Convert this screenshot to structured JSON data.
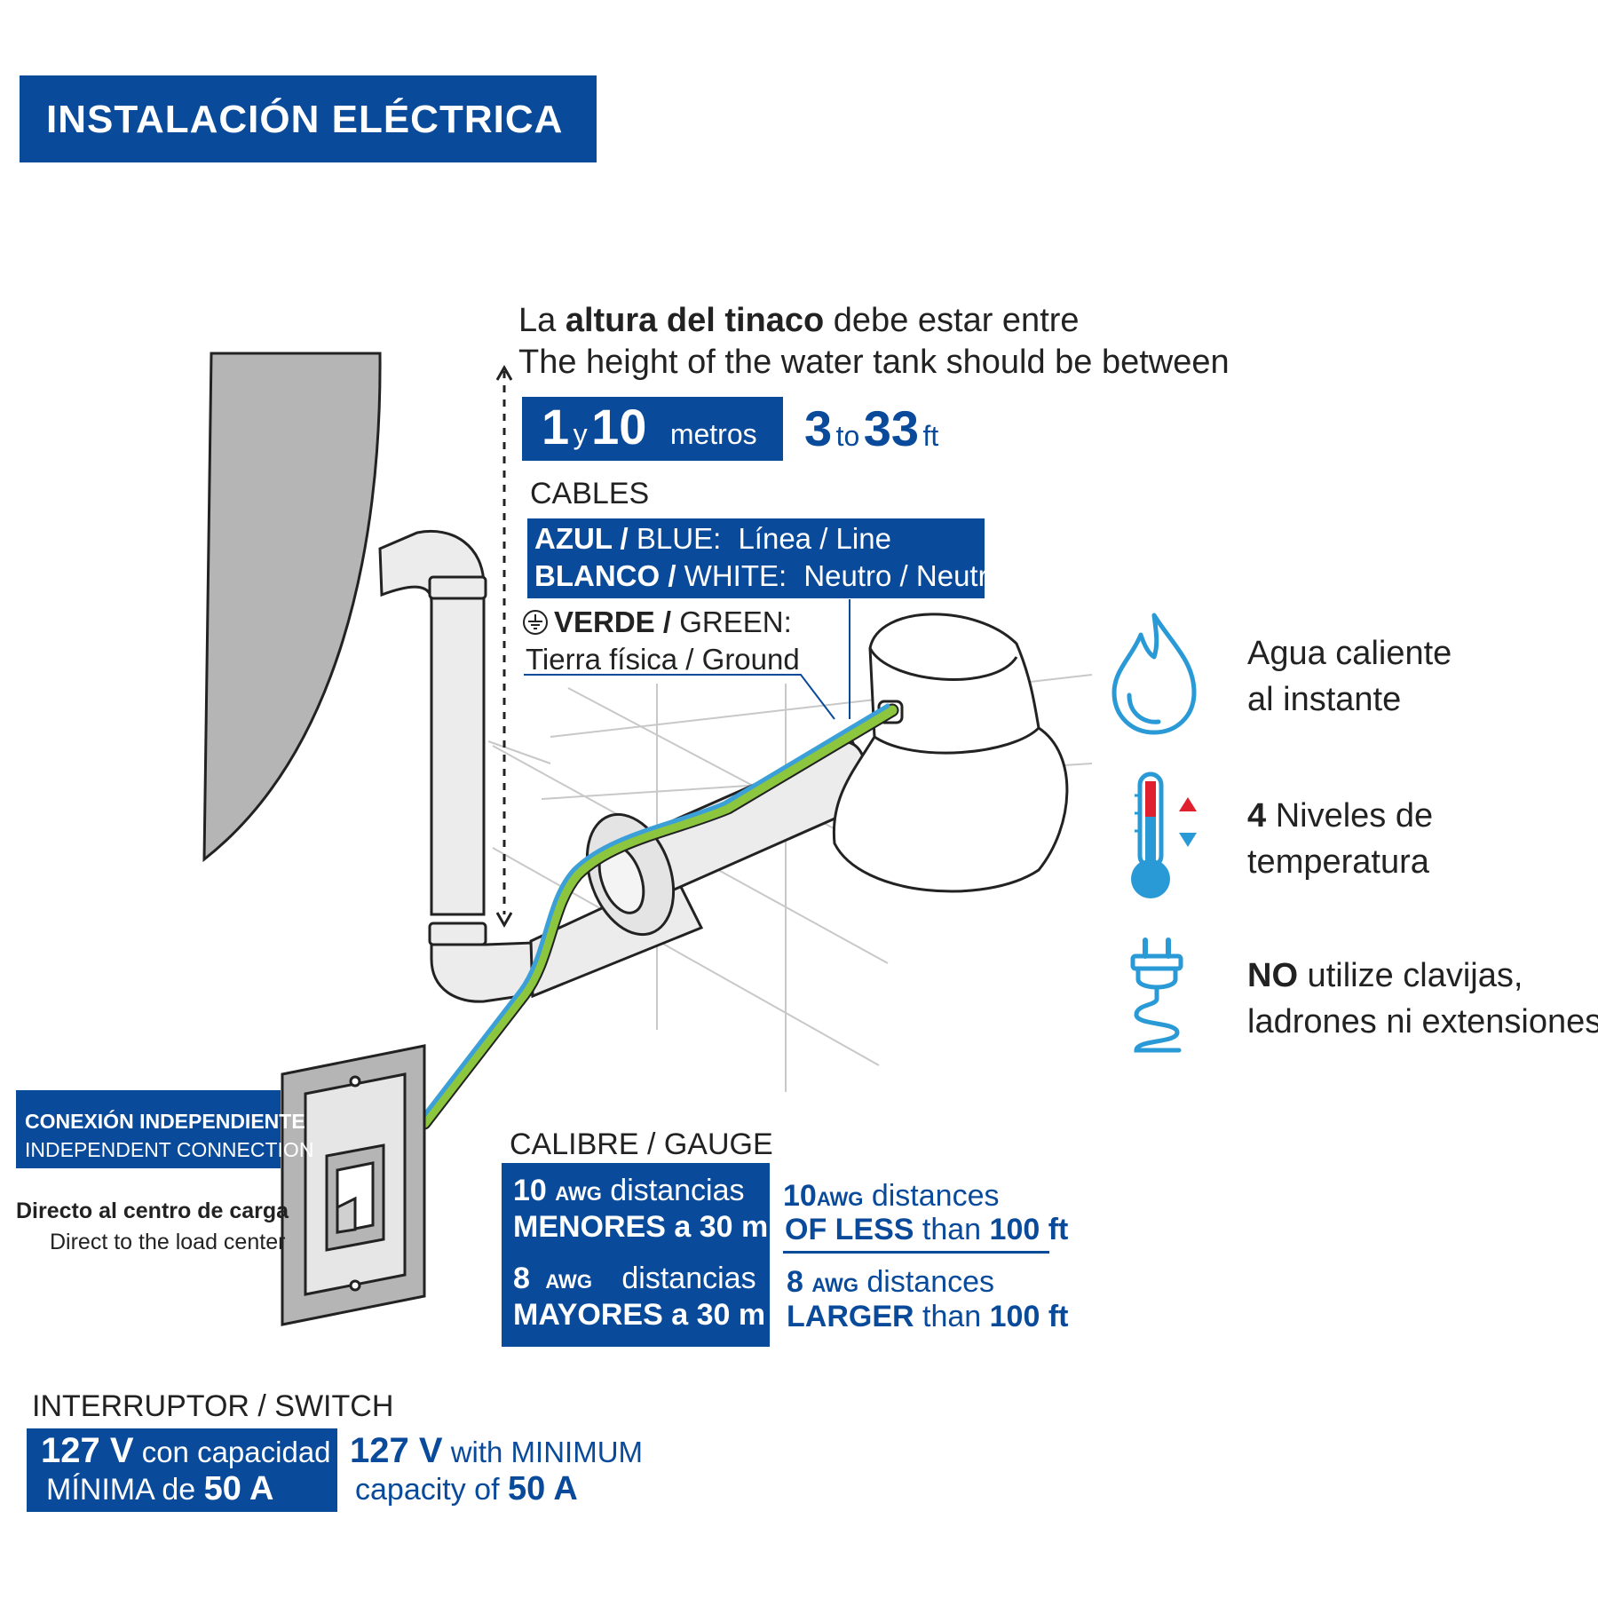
{
  "header": {
    "title": "INSTALACIÓN ELÉCTRICA"
  },
  "height": {
    "line1_pre": "La ",
    "line1_bold": "altura del tinaco",
    "line1_post": " debe estar entre",
    "line2": "The height of the water tank should be between",
    "metric_a": "1",
    "metric_y": "y",
    "metric_b": "10",
    "metric_unit": "metros",
    "imp_a": "3",
    "imp_to": "to",
    "imp_b": "33",
    "imp_unit": "ft"
  },
  "cables": {
    "title": "CABLES",
    "blue_bold": "AZUL /",
    "blue_name": " BLUE:",
    "blue_desc": "Línea / Line",
    "white_bold": "BLANCO /",
    "white_name": " WHITE:",
    "white_desc": "Neutro / Neutral",
    "green_bold": "VERDE /",
    "green_name": " GREEN:",
    "green_desc": "Tierra física / Ground"
  },
  "features": [
    {
      "icon": "flame-drop-icon",
      "line1": "Agua caliente",
      "line2": "al instante"
    },
    {
      "icon": "thermometer-icon",
      "bold": "4",
      "line1": " Niveles de",
      "line2": "temperatura"
    },
    {
      "icon": "plug-icon",
      "bold": "NO",
      "line1": " utilize clavijas,",
      "line2": "ladrones ni extensiones"
    }
  ],
  "connection": {
    "title_bold": "CONEXIÓN INDEPENDIENTE",
    "title_en": "INDEPENDENT CONNECTION",
    "direct_es": "Directo al centro de carga",
    "direct_en": "Direct to the load center"
  },
  "gauge": {
    "title": "CALIBRE / GAUGE",
    "es1_num": "10",
    "es1_awg": "AWG",
    "es1_text": " distancias",
    "es1_line2": "MENORES a 30 m",
    "es2_num": "8",
    "es2_awg": "AWG",
    "es2_text": "distancias",
    "es2_line2": "MAYORES a 30 m",
    "en1_num": "10",
    "en1_awg": "AWG",
    "en1_text": " distances",
    "en1_line2_bold": "OF LESS",
    "en1_line2_mid": " than ",
    "en1_line2_end": "100 ft",
    "en2_num": "8",
    "en2_awg": "AWG",
    "en2_text": " distances",
    "en2_line2_bold": "LARGER",
    "en2_line2_mid": " than ",
    "en2_line2_end": "100 ft"
  },
  "switch": {
    "title": "INTERRUPTOR / SWITCH",
    "es_num": "127 V",
    "es_text": " con capacidad",
    "es_line2_pre": "MÍNIMA de ",
    "es_line2_val": "50 A",
    "en_num": "127 V",
    "en_text": " with MINIMUM",
    "en_line2_pre": "capacity of ",
    "en_line2_val": "50 A"
  },
  "colors": {
    "brand_blue": "#0a4a9a",
    "cable_blue": "#3ca0d8",
    "cable_green": "#8cc63f",
    "tank_gray": "#b5b5b5",
    "icon_blue": "#2a9ad6",
    "thermo_red": "#e0202e"
  }
}
